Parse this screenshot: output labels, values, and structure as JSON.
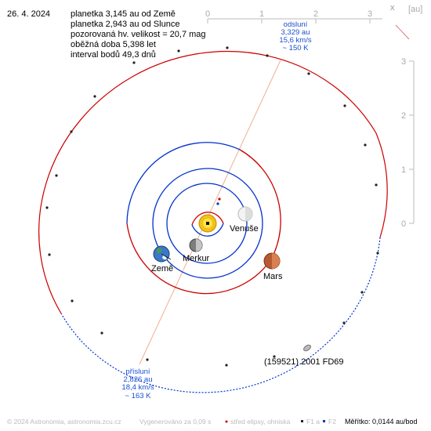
{
  "date": "26. 4. 2024",
  "info": {
    "line1": "planetka 3,145 au od Země",
    "line2": "planetka 2,943 au od Slunce",
    "line3": "pozorovaná hv. velikost = 20,7 mag",
    "line4": "oběžná doba 5,398 let",
    "line5": "interval bodů 49,3 dnů"
  },
  "units": "[au]",
  "close_glyph": "x",
  "scale_top": [
    "0",
    "1",
    "2",
    "3"
  ],
  "scale_right": [
    "3",
    "2",
    "1",
    "0"
  ],
  "aphelion": {
    "label": "odsluní",
    "distance": "3,329 au",
    "speed": "15,6 km/s",
    "temperature": "~ 150 K"
  },
  "perihelion": {
    "label": "přísluní",
    "distance": "2,826 au",
    "speed": "18,4 km/s",
    "temperature": "~ 163 K"
  },
  "bodies": {
    "venus": "Venuše",
    "mercury": "Merkur",
    "earth": "Země",
    "mars": "Mars",
    "asteroid": "(159521) 2001 FD69"
  },
  "footer": {
    "copyright": "© 2024 Astronomia, astronomia.zcu.cz",
    "generated": "Vygenerováno za 0,09 s",
    "legend_center": "střed elipsy, ohniska",
    "legend_f1": "F1 a",
    "legend_f2": "F2",
    "scale": "Měřítko: 0,0144 au/bod"
  },
  "colors": {
    "orbit_above": "#cc0000",
    "orbit_below": "#0033cc",
    "apsis_line": "#f0b090",
    "label_blue": "#1a4fd0",
    "scale_gray": "#aaaaaa"
  }
}
